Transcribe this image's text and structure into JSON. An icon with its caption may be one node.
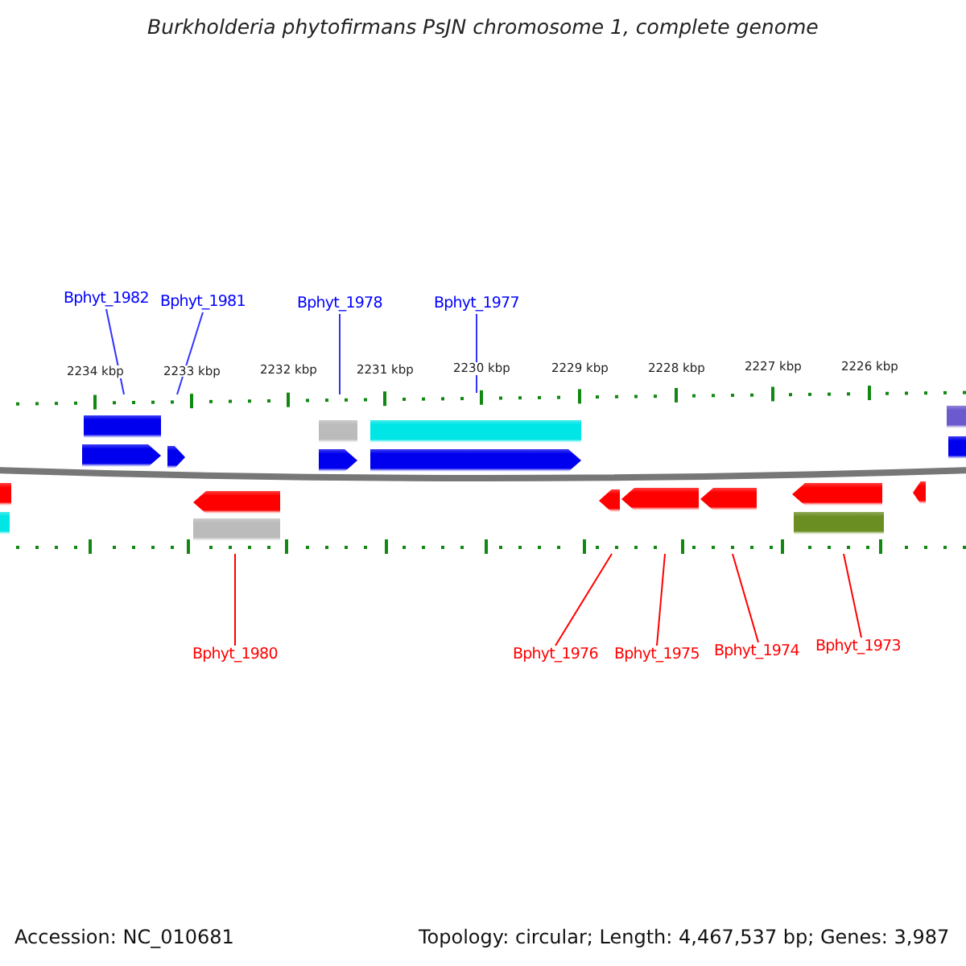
{
  "diagram": {
    "title": "Burkholderia phytofirmans PsJN chromosome 1, complete genome",
    "nodes": [
      {
        "text": [
          "Bphyt_1982"
        ]
      },
      {
        "text": [
          "Bphyt_1981"
        ]
      },
      {
        "text": [
          "Bphyt_1978"
        ]
      },
      {
        "text": [
          "Bphyt_1977"
        ]
      },
      {
        "text": [
          "Bphyt_1980"
        ]
      },
      {
        "text": [
          "Bphyt_1976"
        ]
      },
      {
        "text": [
          "Bphyt_1975"
        ]
      },
      {
        "text": [
          "Bphyt_1974"
        ]
      },
      {
        "text": [
          "Bphyt_1973"
        ]
      },
      {
        "text": [],
        "shape": "bar"
      },
      {
        "text": [],
        "shape": "bar"
      }
    ],
    "edges": [
      {
        "from": 0,
        "to": 9,
        "arrow": "none",
        "color": "#3333ff"
      },
      {
        "from": 1,
        "to": 9,
        "arrow": "none",
        "color": "#3333ff"
      },
      {
        "from": 2,
        "to": 9,
        "arrow": "none",
        "color": "#3333ff"
      },
      {
        "from": 3,
        "to": 9,
        "arrow": "none",
        "color": "#3333ff"
      },
      {
        "from": 4,
        "to": 10,
        "arrow": "none"
      },
      {
        "from": 5,
        "to": 10,
        "arrow": "none"
      },
      {
        "from": 6,
        "to": 10,
        "arrow": "none"
      },
      {
        "from": 7,
        "to": 10,
        "arrow": "none"
      },
      {
        "from": 8,
        "to": 10,
        "arrow": "none"
      }
    ],
    "labels": [
      "2234 kbp",
      "2233 kbp",
      "2232 kbp",
      "2231 kbp",
      "2230 kbp",
      "2229 kbp",
      "2228 kbp",
      "2227 kbp",
      "2226 kbp",
      "Accession: NC_010681",
      "Topology: circular; Length: 4,467,537 bp; Genes: 3,987"
    ]
  }
}
